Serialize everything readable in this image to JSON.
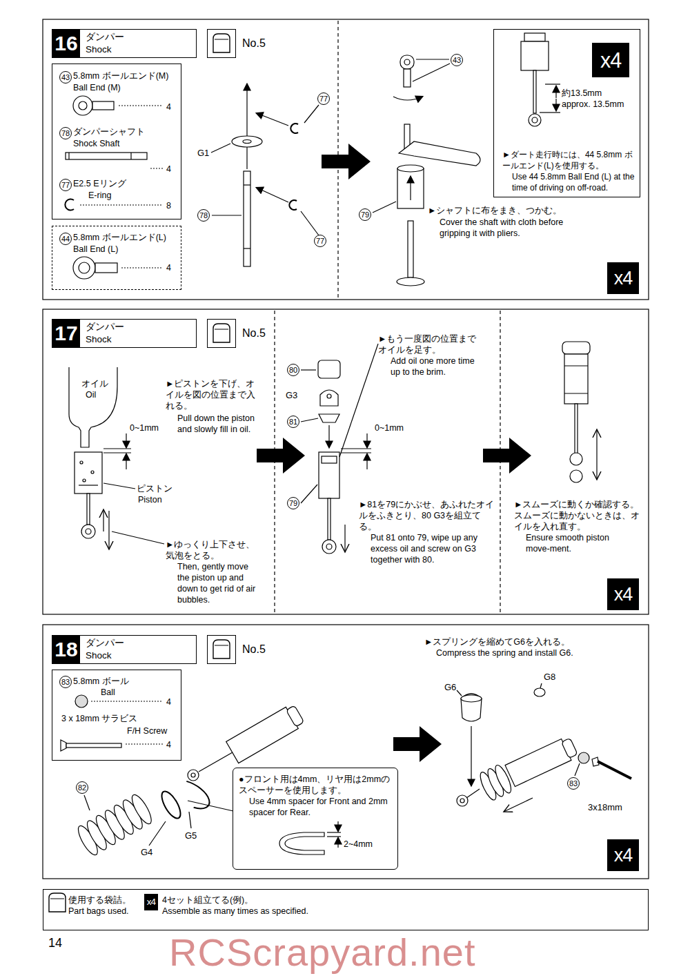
{
  "diagram": {
    "nodes": [
      {
        "text": [
          "16",
          "ダンパー",
          "Shock"
        ]
      },
      {
        "text": [
          "No.5"
        ]
      },
      {
        "text": [
          "43",
          "5.8mm ボールエンド(M)",
          "Ball End (M)",
          "4",
          "78",
          "ダンパーシャフト",
          "Shock Shaft",
          "4",
          "77",
          "E2.5 Eリング",
          "E-ring",
          "8"
        ]
      },
      {
        "text": [
          "44",
          "5.8mm ボールエンド(L)",
          "Ball End (L)",
          "4"
        ]
      },
      {
        "text": [
          "約13.5mm",
          "approx. 13.5mm",
          "►ダート走行時には、44 5.8mm ボールエンド(L)を使用する。",
          "Use 44 5.8mm Ball End (L) at the time of driving on off-road."
        ]
      },
      {
        "text": [
          "x4"
        ],
        "in": 4
      },
      {
        "text": [
          "x4"
        ]
      },
      {
        "text": [
          "17",
          "ダンパー",
          "Shock"
        ]
      },
      {
        "text": [
          "No.5"
        ]
      },
      {
        "text": [
          "x4"
        ]
      },
      {
        "text": [
          "18",
          "ダンパー",
          "Shock"
        ]
      },
      {
        "text": [
          "No.5"
        ]
      },
      {
        "text": [
          "83",
          "5.8mm ボール",
          "Ball",
          "4",
          "3 x 18mm サラビス",
          "F/H Screw",
          "4"
        ]
      },
      {
        "text": [
          "●フロント用は4mm、リヤ用は2mmのスペーサーを使用します。",
          "Use 4mm spacer for Front and 2mm spacer for Rear.",
          "2~4mm"
        ]
      },
      {
        "text": [
          "x4"
        ]
      },
      {
        "text": [
          "使用する袋詰。",
          "Part bags used.",
          "4セット組立てる(例)。",
          "Assemble as many times as specified."
        ]
      },
      {
        "text": [
          "x4"
        ],
        "in": 15
      }
    ],
    "labels": [
      "77",
      "G1",
      "78",
      "77",
      "43",
      "79",
      "►シャフトに布をまき、つかむ。",
      "Cover the shaft with cloth before gripping it with pliers.",
      "オイル",
      "Oil",
      "►ピストンを下げ、オイルを図の位置まで入れる。",
      "Pull down the piston and slowly fill in oil.",
      "0~1mm",
      "ピストン",
      "Piston",
      "►ゆっくり上下させ、気泡をとる。",
      "Then, gently move the piston up and down to get rid of air bubbles.",
      "80",
      "G3",
      "81",
      "79",
      "►もう一度図の位置までオイルを足す。",
      "Add oil one more time up to the brim.",
      "0~1mm",
      "►81を79にかぶせ、あふれたオイルをふきとり、80 G3を組立てる。",
      "Put 81 onto 79, wipe up any excess oil and screw on G3 together with 80.",
      "►スムーズに動くか確認する。スムーズに動かないときは、オイルを入れ直す。",
      "Ensure smooth piston move-ment.",
      "82",
      "G4",
      "G5",
      "►スプリングを縮めてG6を入れる。",
      "Compress the spring and install G6.",
      "G6",
      "G8",
      "83",
      "3x18mm",
      "14",
      "RCScrapyard.net"
    ]
  }
}
